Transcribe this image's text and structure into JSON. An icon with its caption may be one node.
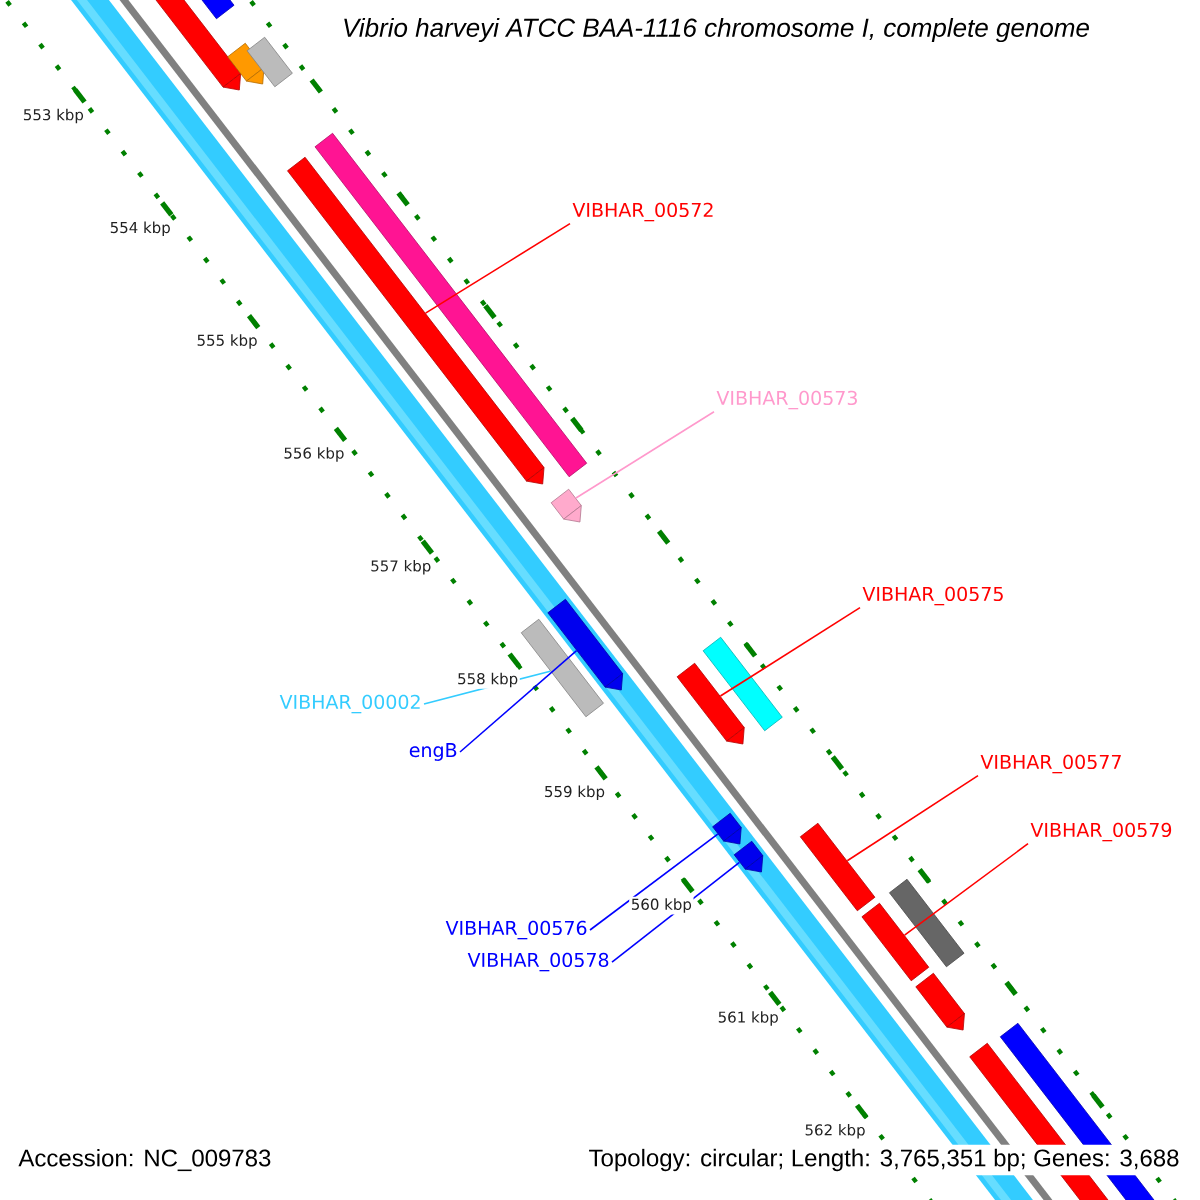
{
  "diagram": {
    "title": "Vibrio harveyi ATCC BAA-1116 chromosome I, complete genome",
    "nodes": [
      {
        "text": [
          "VIBHAR_00572"
        ]
      },
      {
        "text": [],
        "shape": "bar"
      },
      {
        "text": [
          "VIBHAR_00573"
        ]
      },
      {
        "text": [],
        "shape": "bar"
      },
      {
        "text": [
          "VIBHAR_00575"
        ]
      },
      {
        "text": [],
        "shape": "bar"
      },
      {
        "text": [
          "VIBHAR_00002"
        ]
      },
      {
        "text": [],
        "shape": "bar"
      },
      {
        "text": [
          "engB"
        ]
      },
      {
        "text": [],
        "shape": "bar"
      },
      {
        "text": [
          "VIBHAR_00577"
        ]
      },
      {
        "text": [],
        "shape": "bar"
      },
      {
        "text": [
          "VIBHAR_00579"
        ]
      },
      {
        "text": [],
        "shape": "bar"
      },
      {
        "text": [
          "VIBHAR_00576"
        ]
      },
      {
        "text": [],
        "shape": "bar"
      },
      {
        "text": [
          "VIBHAR_00578"
        ]
      },
      {
        "text": [],
        "shape": "bar"
      }
    ],
    "edges": [
      {
        "from": 0,
        "to": 1,
        "arrow": "none"
      },
      {
        "from": 2,
        "to": 3,
        "arrow": "none",
        "color": "#ff99cc"
      },
      {
        "from": 4,
        "to": 5,
        "arrow": "none"
      },
      {
        "from": 6,
        "to": 7,
        "arrow": "none",
        "color": "#33ccff"
      },
      {
        "from": 8,
        "to": 9,
        "arrow": "none",
        "color": "#0000ff"
      },
      {
        "from": 10,
        "to": 11,
        "arrow": "none"
      },
      {
        "from": 12,
        "to": 13,
        "arrow": "none"
      },
      {
        "from": 14,
        "to": 15,
        "arrow": "none",
        "color": "#0000ff"
      },
      {
        "from": 16,
        "to": 17,
        "arrow": "none",
        "color": "#0000ff"
      }
    ],
    "labels": [
      "553 kbp",
      "554 kbp",
      "555 kbp",
      "556 kbp",
      "557 kbp",
      "558 kbp",
      "559 kbp",
      "560 kbp",
      "561 kbp",
      "562 kbp",
      "Accession: NC_009783",
      "Topology: circular; Length: 3,765,351 bp; Genes: 3,688"
    ]
  }
}
